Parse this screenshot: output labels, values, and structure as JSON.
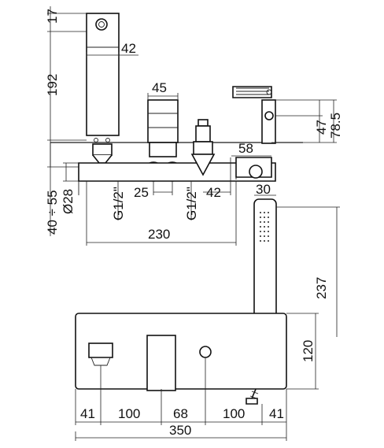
{
  "dimensions": {
    "spout_top": "17",
    "spout_width": "42",
    "spout_height": "192",
    "mixer_width": "45",
    "outlet_spacing": "47",
    "shower_holder_height": "78.5",
    "deck_thickness": "40 ÷ 55",
    "pipe_diameter": "Ø28",
    "inlet_left": "G1/2\"",
    "inlet_right": "G1/2\"",
    "inlet_spacing": "25",
    "diverter_offset": "42",
    "pipe_reach": "58",
    "handset_width": "30",
    "handset_length": "237",
    "spout_to_handset": "230",
    "holder_height": "120",
    "plan_left": "41",
    "plan_spout_mixer": "100",
    "plan_mixer_diverter": "68",
    "plan_diverter_holder": "100",
    "plan_right": "41",
    "plan_total": "350"
  }
}
